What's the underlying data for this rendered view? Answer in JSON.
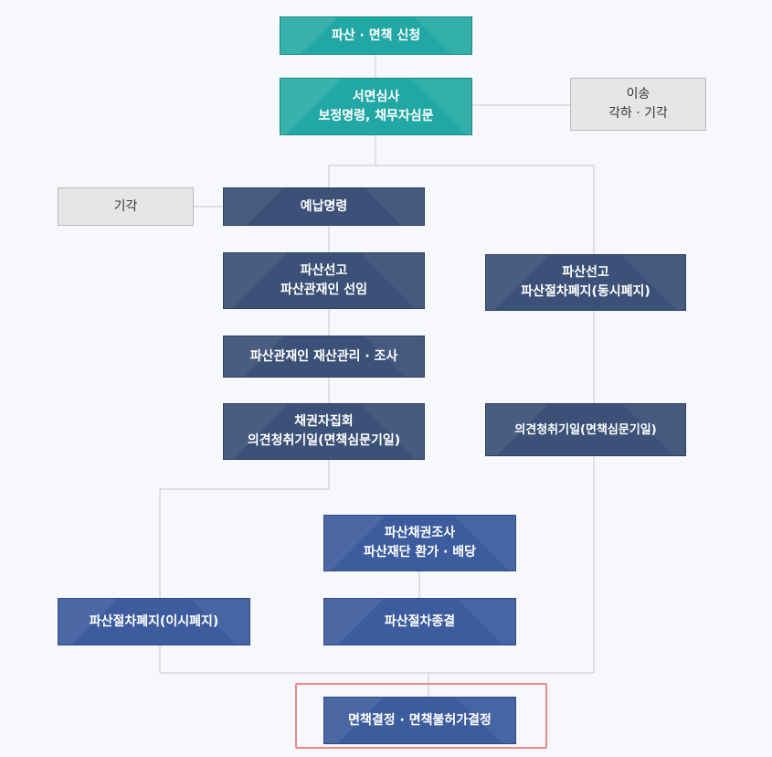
{
  "flowchart": {
    "nodes": {
      "apply": "파산 · 면책 신청",
      "review": "서면심사\n보정명령, 채무자심문",
      "transfer": "이송\n각하 · 기각",
      "dismiss": "기각",
      "deposit": "예납명령",
      "declare": "파산선고\n파산관재인 선임",
      "declare_abolish": "파산선고\n파산절차폐지(동시폐지)",
      "trustee": "파산관재인 재산관리 · 조사",
      "creditors": "채권자집회\n의견청취기일(면책심문기일)",
      "hearing": "의견청취기일(면책심문기일)",
      "claims": "파산채권조사\n파산재단 환가 · 배당",
      "abolish_later": "파산절차폐지(이시폐지)",
      "conclude": "파산절차종결",
      "decision": "면책결정 · 면책불허가결정"
    },
    "colors": {
      "teal": "#22a8a4",
      "navy": "#3b5177",
      "blue": "#3d5c9e",
      "gray": "#e6e6e6",
      "connector": "#c4c8cf",
      "highlight": "#e98a8a"
    }
  }
}
